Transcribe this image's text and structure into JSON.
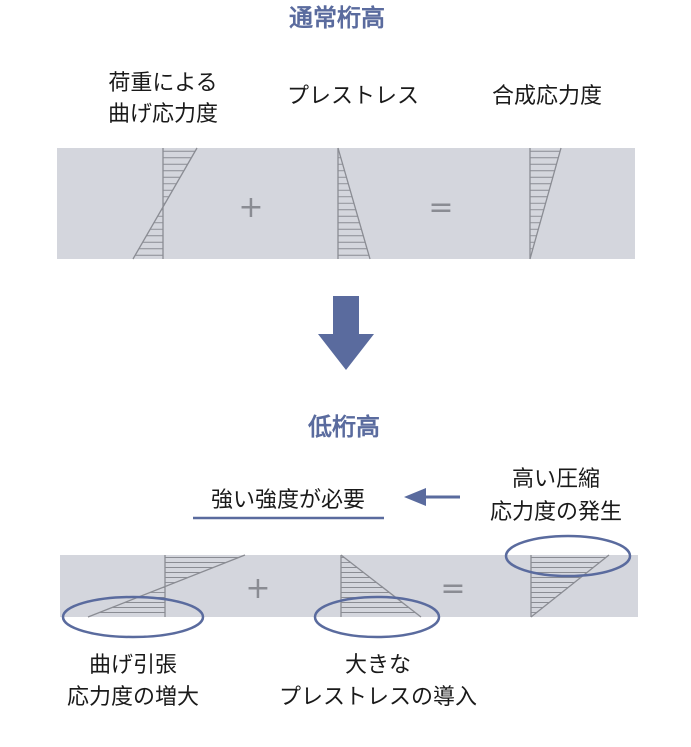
{
  "top": {
    "title": "通常桁高",
    "label_bending_1": "荷重による",
    "label_bending_2": "曲げ応力度",
    "label_prestress": "プレストレス",
    "label_combined": "合成応力度",
    "plus": "+",
    "equals": "="
  },
  "bottom": {
    "title": "低桁高",
    "strong_strength": "強い強度が必要",
    "high_compression_1": "高い圧縮",
    "high_compression_2": "応力度の発生",
    "bending_tension_1": "曲げ引張",
    "bending_tension_2": "応力度の増大",
    "large_prestress_1": "大きな",
    "large_prestress_2": "プレストレスの導入",
    "plus": "+",
    "equals": "="
  },
  "colors": {
    "title": "#5a6b9e",
    "band": "#d4d6dd",
    "line": "#8a8c93",
    "accent": "#5a6b9e",
    "text": "#1a1a1a"
  }
}
